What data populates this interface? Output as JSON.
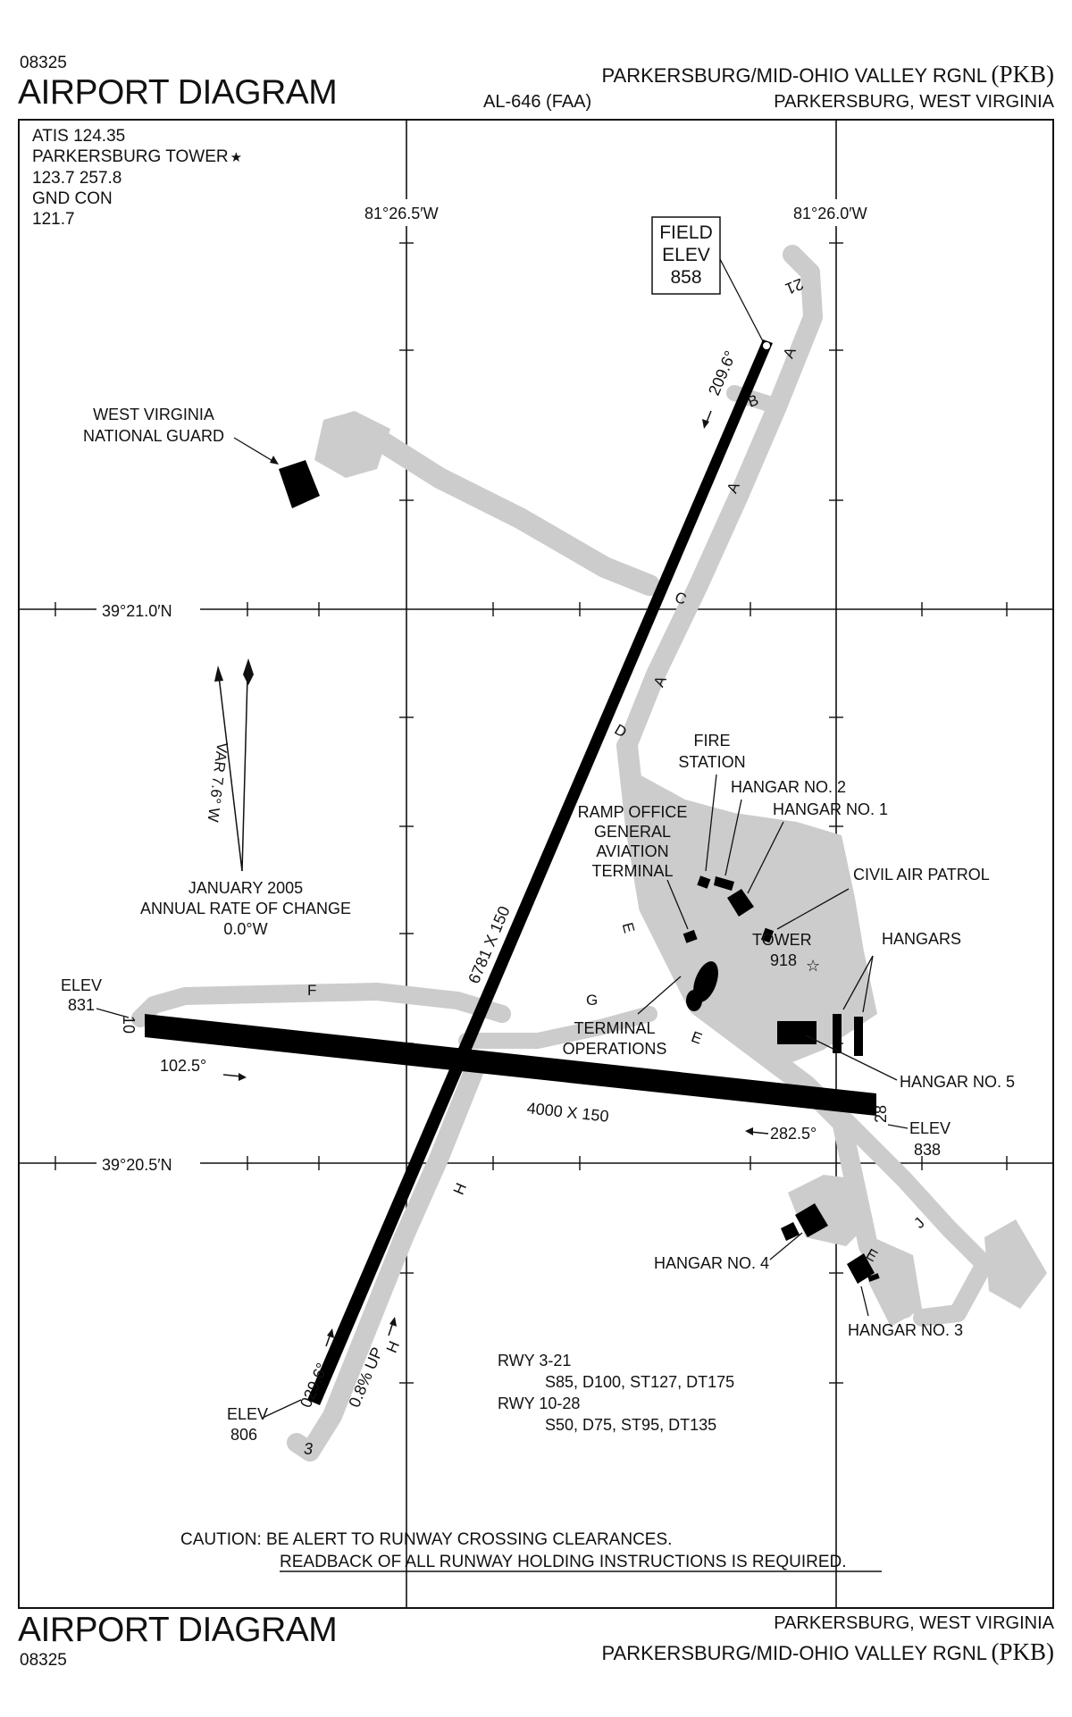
{
  "header": {
    "chart_number": "08325",
    "title": "AIRPORT DIAGRAM",
    "procedure_id": "AL-646 (FAA)",
    "airport_name": "PARKERSBURG/MID-OHIO VALLEY RGNL",
    "airport_id": "(PKB)",
    "city_state": "PARKERSBURG, WEST VIRGINIA"
  },
  "footer": {
    "chart_number": "08325",
    "title": "AIRPORT DIAGRAM",
    "airport_name": "PARKERSBURG/MID-OHIO VALLEY RGNL",
    "airport_id": "(PKB)",
    "city_state": "PARKERSBURG, WEST VIRGINIA"
  },
  "frequencies": [
    "ATIS 124.35",
    "PARKERSBURG TOWER",
    "123.7  257.8",
    "GND CON",
    "121.7"
  ],
  "tower_star": "★",
  "coordinates": {
    "lon_west": "81°26.5′W",
    "lon_east": "81°26.0′W",
    "lat_north": "39°21.0′N",
    "lat_south": "39°20.5′N"
  },
  "field_elevation": {
    "line1": "FIELD",
    "line2": "ELEV",
    "value": "858"
  },
  "magnetic_variation": {
    "var": "VAR 7.6° W",
    "line1": "JANUARY 2005",
    "line2": "ANNUAL RATE OF CHANGE",
    "line3": "0.0°W"
  },
  "runways": {
    "rwy_3_21": {
      "end_3": "3",
      "end_21": "21",
      "dimensions": "6781 X 150",
      "heading_3": "029.6°",
      "heading_21": "209.6°",
      "gradient": "0.8% UP",
      "elev_3_label": "ELEV",
      "elev_3": "806"
    },
    "rwy_10_28": {
      "end_10": "10",
      "end_28": "28",
      "dimensions": "4000 X 150",
      "heading_10": "102.5°",
      "heading_28": "282.5°",
      "elev_10_label": "ELEV",
      "elev_10": "831",
      "elev_28_label": "ELEV",
      "elev_28": "838"
    }
  },
  "taxiways": {
    "A": "A",
    "B": "B",
    "C": "C",
    "D": "D",
    "E": "E",
    "F": "F",
    "G": "G",
    "H": "H",
    "J": "J"
  },
  "facilities": {
    "national_guard_1": "WEST VIRGINIA",
    "national_guard_2": "NATIONAL GUARD",
    "fire_station_1": "FIRE",
    "fire_station_2": "STATION",
    "hangar_2": "HANGAR NO. 2",
    "hangar_1": "HANGAR NO. 1",
    "ramp_office_1": "RAMP OFFICE",
    "ramp_office_2": "GENERAL",
    "ramp_office_3": "AVIATION",
    "ramp_office_4": "TERMINAL",
    "civil_air_patrol": "CIVIL AIR PATROL",
    "tower": "TOWER",
    "tower_elev": "918",
    "tower_symbol": "☆",
    "hangars": "HANGARS",
    "terminal_1": "TERMINAL",
    "terminal_2": "OPERATIONS",
    "hangar_5": "HANGAR NO. 5",
    "hangar_4": "HANGAR NO. 4",
    "hangar_3": "HANGAR NO. 3"
  },
  "weight_bearing": {
    "rwy1": "RWY 3-21",
    "rwy1_values": "S85, D100, ST127, DT175",
    "rwy2": "RWY 10-28",
    "rwy2_values": "S50, D75, ST95, DT135"
  },
  "caution": {
    "line1": "CAUTION: BE ALERT TO RUNWAY CROSSING CLEARANCES.",
    "line2": "READBACK OF ALL RUNWAY HOLDING INSTRUCTIONS IS REQUIRED."
  },
  "colors": {
    "taxiway_fill": "#cccccc",
    "runway_fill": "#000000",
    "ink": "#111111"
  }
}
